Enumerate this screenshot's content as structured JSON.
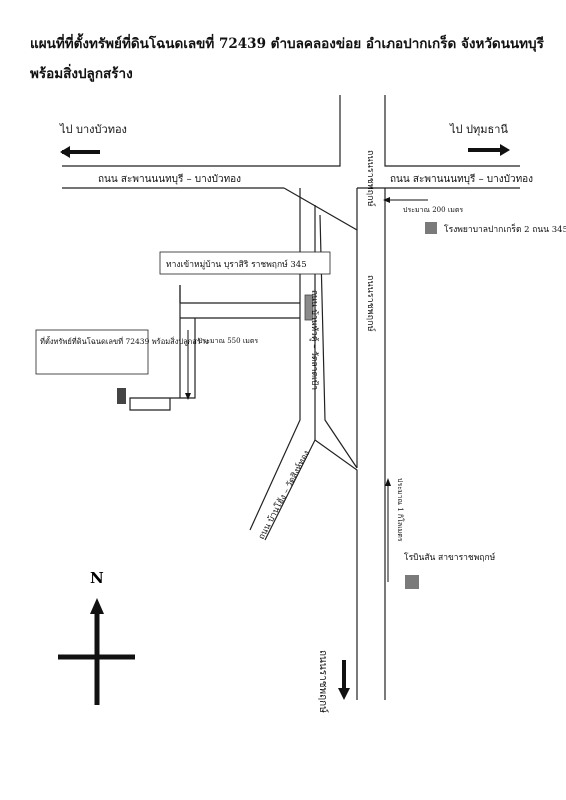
{
  "header": {
    "line1": "แผนที่ที่ตั้งทรัพย์ที่ดินโฉนดเลขที่ 72439 ตำบลคลองข่อย อำเภอปากเกร็ด จังหวัดนนทบุรี",
    "line2": "พร้อมสิ่งปลูกสร้าง"
  },
  "directions": {
    "west": "ไป บางบัวทอง",
    "east": "ไป ปทุมธานี"
  },
  "roads": {
    "main_west": "ถนน สะพานนนทบุรี – บางบัวทอง",
    "main_east": "ถนน สะพานนนทบุรี – บางบัวทอง",
    "north_vertical": "ถนนราชพฤกษ์",
    "middle_vertical": "ถนนราชพฤกษ์",
    "south_vertical": "ถนนราชพฤกษ์",
    "soi": "ถนน บ้านหัวคู้ – วัดลาดเป้า",
    "diagonal": "ถนน บ้านโฮ้ง – วัดสิงห์ทอง"
  },
  "landmarks": {
    "village_entrance": "ทางเข้าหมู่บ้าน บุราสิริ ราชพฤกษ์ 345",
    "property": "ที่ตั้งทรัพย์ที่ดินโฉนดเลขที่ 72439 พร้อมสิ่งปลูกสร้าง",
    "hospital": "โรงพยาบาลปากเกร็ด 2 ถนน 345",
    "robinson": "โรบินสัน สาขาราชพฤกษ์"
  },
  "distances": {
    "hospital": "ประมาณ 200 เมตร",
    "village": "ประมาณ 550 เมตร",
    "robinson": "ประมาณ 1 กิโลเมตร"
  },
  "compass": {
    "north": "N"
  },
  "colors": {
    "line": "#222222",
    "marker_gray": "#7a7a7a",
    "marker_dark": "#444444",
    "arrow": "#111111"
  }
}
